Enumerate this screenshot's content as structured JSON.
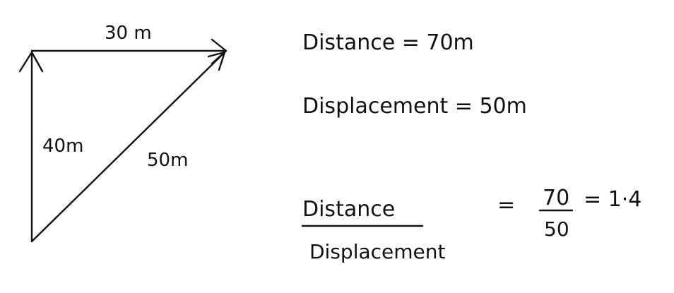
{
  "diagram": {
    "top_side_label": "30 m",
    "left_side_label": "40m",
    "hypotenuse_label": "50m"
  },
  "equations": {
    "distance_line": "Distance = 70m",
    "displacement_line": "Displacement = 50m",
    "ratio": {
      "numerator_label": "Distance",
      "denominator_label": "Displacement",
      "equals_1": "=",
      "fraction_numerator": "70",
      "fraction_denominator": "50",
      "result": "= 1·4"
    }
  },
  "colors": {
    "ink": "#111111",
    "paper": "#ffffff"
  }
}
